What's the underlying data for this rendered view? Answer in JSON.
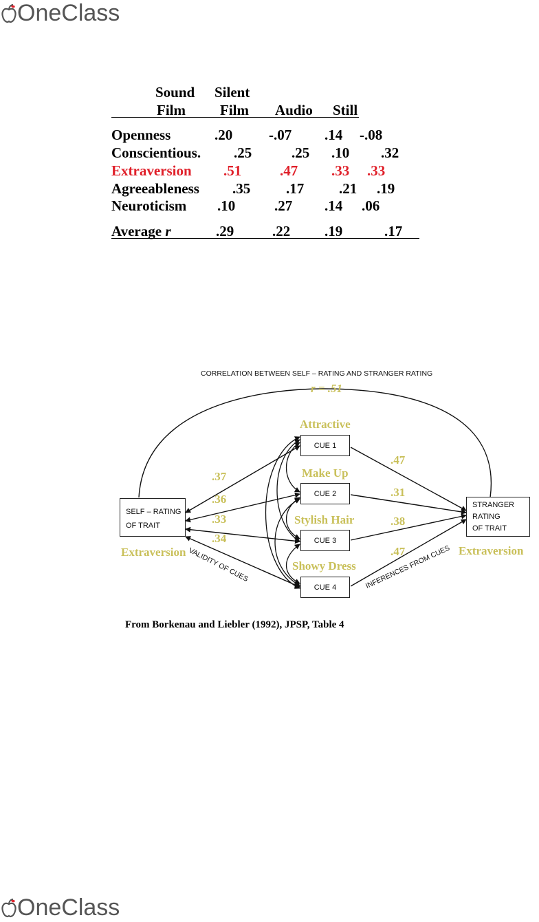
{
  "brand": {
    "name": "OneClass",
    "color": "#555555"
  },
  "table": {
    "headers": {
      "c1_top": "Sound",
      "c1_bottom": "Film",
      "c2_top": "Silent",
      "c2_bottom": "Film",
      "c3": "Audio",
      "c4": "Still"
    },
    "rows": [
      {
        "label": "Openness",
        "values": [
          ".20",
          "-.07",
          ".14",
          "-.08"
        ],
        "highlight": false
      },
      {
        "label": "Conscientious.",
        "values": [
          ".25",
          ".25",
          ".10",
          ".32"
        ],
        "highlight": false
      },
      {
        "label": "Extraversion",
        "values": [
          ".51",
          ".47",
          ".33",
          ".33"
        ],
        "highlight": true
      },
      {
        "label": "Agreeableness",
        "values": [
          ".35",
          ".17",
          ".21",
          ".19"
        ],
        "highlight": false
      },
      {
        "label": "Neuroticism",
        "values": [
          ".10",
          ".27",
          ".14",
          ".06"
        ],
        "highlight": false
      }
    ],
    "average": {
      "label_text": "Average ",
      "label_r": "r",
      "values": [
        ".29",
        ".22",
        ".19",
        ".17"
      ]
    },
    "highlight_color": "#e0202a"
  },
  "diagram": {
    "title": "CORRELATION BETWEEN SELF – RATING AND STRANGER RATING",
    "r_label": "r = .51",
    "self_box": [
      "SELF – RATING",
      "OF TRAIT"
    ],
    "stranger_box": [
      "STRANGER",
      "RATING",
      "OF TRAIT"
    ],
    "self_trait": "Extraversion",
    "stranger_trait": "Extraversion",
    "cues": [
      {
        "box": "CUE 1",
        "name": "Attractive",
        "validity": ".37",
        "inference": ".47"
      },
      {
        "box": "CUE 2",
        "name": "Make Up",
        "validity": ".36",
        "inference": ".31"
      },
      {
        "box": "CUE 3",
        "name": "Stylish Hair",
        "validity": ".33",
        "inference": ".38"
      },
      {
        "box": "CUE 4",
        "name": "Showy Dress",
        "validity": ".34",
        "inference": ".47"
      }
    ],
    "validity_caption": "VALIDITY OF CUES",
    "inference_caption": "INFERENCES FROM CUES",
    "label_color": "#c9c05a"
  },
  "source": "From Borkenau and Liebler (1992), JPSP, Table 4"
}
